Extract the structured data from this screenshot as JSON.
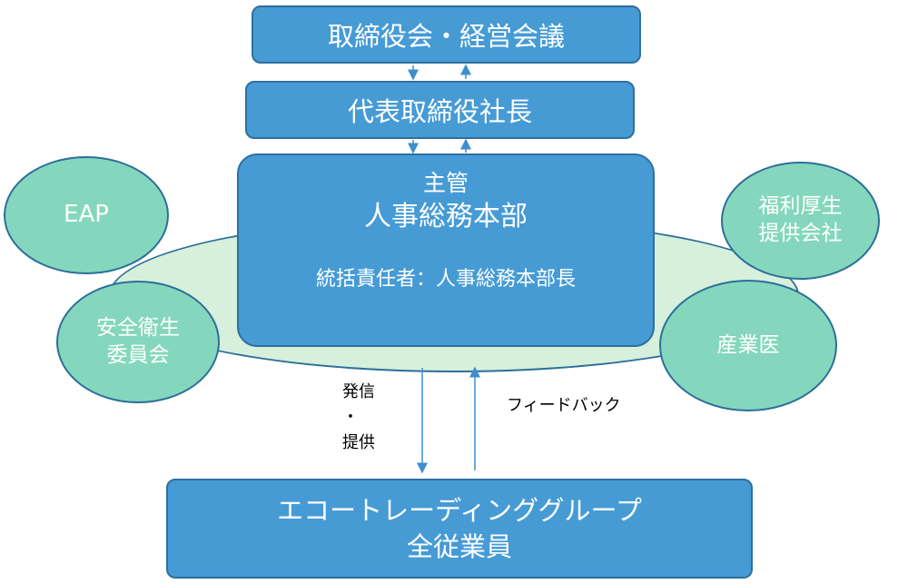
{
  "board": {
    "label": "取締役会・経営会議"
  },
  "president": {
    "label": "代表取締役社長"
  },
  "hq": {
    "role": "主管",
    "name": "人事総務本部",
    "manager": "統括責任者：人事総務本部長"
  },
  "partners": {
    "eap": "EAP",
    "safety_line1": "安全衛生",
    "safety_line2": "委員会",
    "welfare_line1": "福利厚生",
    "welfare_line2": "提供会社",
    "doctor": "産業医"
  },
  "flows": {
    "send_line1": "発信",
    "send_line2": "・",
    "send_line3": "提供",
    "feedback": "フィードバック"
  },
  "employees": {
    "line1": "エコートレーディンググループ",
    "line2": "全従業員"
  },
  "colors": {
    "box_fill": "#469bd5",
    "circle_fill": "#84d7bd",
    "ring_fill": "#d6f0dc",
    "arrow": "#3d8fcd"
  }
}
